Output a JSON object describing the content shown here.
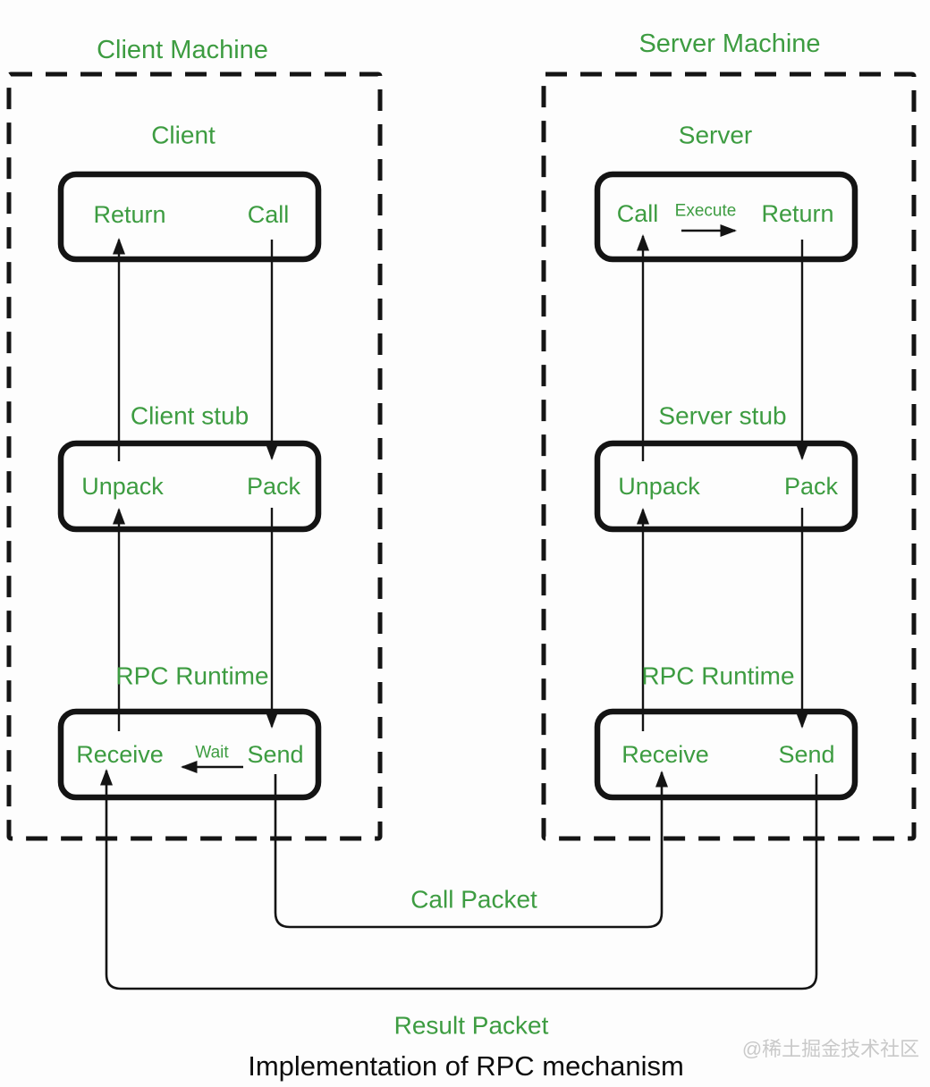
{
  "diagram": {
    "caption": "Implementation of RPC mechanism",
    "watermark": "@稀土掘金技术社区",
    "colors": {
      "accent_green": "#3d9c41",
      "line_black": "#141414",
      "watermark_gray": "#c9c9c9",
      "background": "#fdfdfd"
    },
    "client_machine": {
      "title": "Client Machine",
      "section_label": "Client",
      "client_box": {
        "return_label": "Return",
        "call_label": "Call"
      },
      "stub_label": "Client stub",
      "stub_box": {
        "unpack_label": "Unpack",
        "pack_label": "Pack"
      },
      "runtime_label": "RPC Runtime",
      "runtime_box": {
        "receive_label": "Receive",
        "wait_label": "Wait",
        "send_label": "Send"
      }
    },
    "server_machine": {
      "title": "Server Machine",
      "section_label": "Server",
      "server_box": {
        "call_label": "Call",
        "execute_label": "Execute",
        "return_label": "Return"
      },
      "stub_label": "Server stub",
      "stub_box": {
        "unpack_label": "Unpack",
        "pack_label": "Pack"
      },
      "runtime_label": "RPC Runtime",
      "runtime_box": {
        "receive_label": "Receive",
        "send_label": "Send"
      }
    },
    "connectors": {
      "call_packet_label": "Call Packet",
      "result_packet_label": "Result Packet"
    }
  }
}
